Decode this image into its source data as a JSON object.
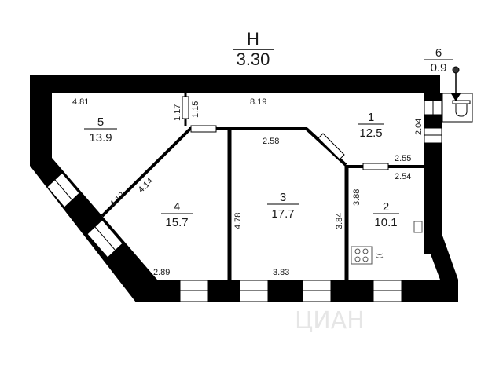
{
  "header": {
    "letter": "Н",
    "height": "3.30"
  },
  "rooms": [
    {
      "number": "1",
      "area": "12.5"
    },
    {
      "number": "2",
      "area": "10.1"
    },
    {
      "number": "3",
      "area": "17.7"
    },
    {
      "number": "4",
      "area": "15.7"
    },
    {
      "number": "5",
      "area": "13.9"
    },
    {
      "number": "6",
      "area": "0.9"
    }
  ],
  "dimensions": {
    "d481": "4.81",
    "d819": "8.19",
    "d117": "1.17",
    "d115": "1.15",
    "d258": "2.58",
    "d255": "2.55",
    "d254": "2.54",
    "d204": "2.04",
    "d412": "4.12",
    "d414": "4.14",
    "d478": "4.78",
    "d384": "3.84",
    "d388": "3.88",
    "d289": "2.89",
    "d383": "3.83"
  },
  "watermark": "ЦИАН"
}
